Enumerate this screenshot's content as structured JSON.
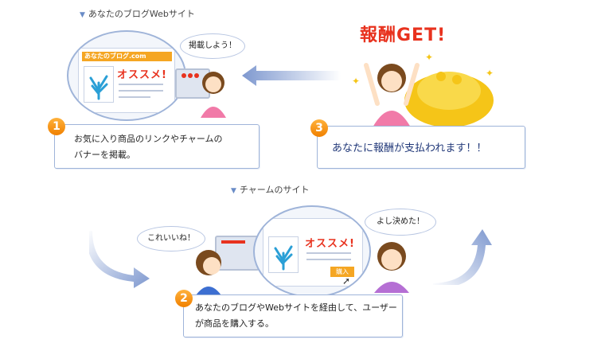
{
  "top_heading": "あなたのブログWebサイト",
  "mid_heading": "チャームのサイト",
  "step1": {
    "number": "1",
    "text_line1": "お気に入り商品のリンクやチャームの",
    "text_line2": "バナーを掲載。"
  },
  "step2": {
    "number": "2",
    "text_line1": "あなたのブログやWebサイトを経由して、ユーザー",
    "text_line2": "が商品を購入する。"
  },
  "step3": {
    "number": "3",
    "text": "あなたに報酬が支払われます！！"
  },
  "bubbles": {
    "post": "掲載しよう！",
    "nice": "これいいね！",
    "decided": "よし決めた！"
  },
  "banner": {
    "site_label": "あなたのブログ.com",
    "osusume": "オススメ!",
    "buy_button": "購入"
  },
  "reward_title": "報酬GET!",
  "colors": {
    "accent_orange": "#f08000",
    "box_border": "#9fb4d9",
    "arrow_blue": "#7e98cf",
    "reward_red": "#e8321e"
  }
}
